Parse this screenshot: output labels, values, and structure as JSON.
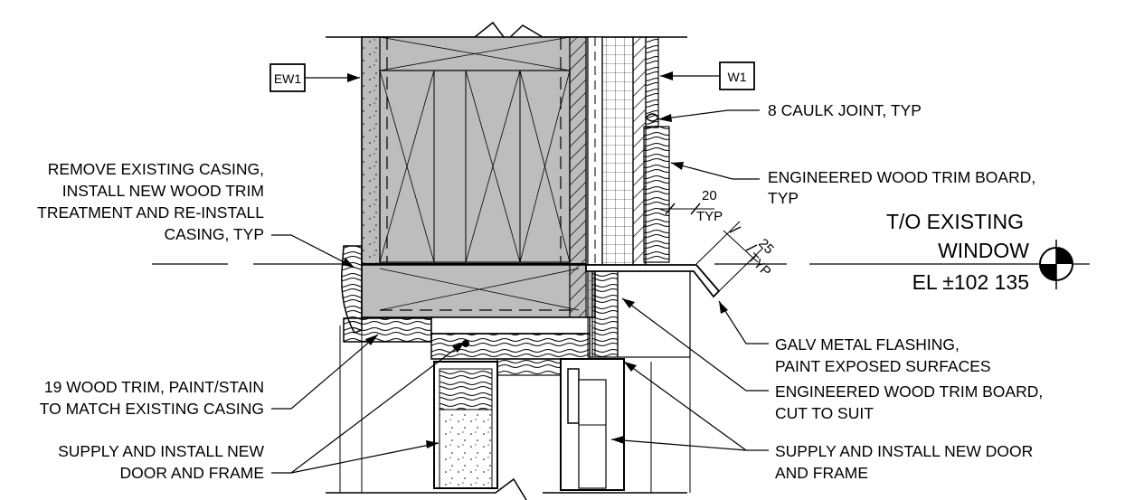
{
  "tags": {
    "ew1": "EW1",
    "w1": "W1"
  },
  "labels": {
    "caulk": "8 CAULK JOINT, TYP",
    "trim_top": [
      "ENGINEERED WOOD TRIM BOARD,",
      "TYP"
    ],
    "dim_20": [
      "20",
      "TYP"
    ],
    "dim_25": [
      "25",
      "TYP"
    ],
    "remove_casing": [
      "REMOVE EXISTING CASING,",
      "INSTALL NEW WOOD TRIM",
      "TREATMENT AND RE-INSTALL",
      "CASING, TYP"
    ],
    "wood_trim": [
      "19 WOOD TRIM, PAINT/STAIN",
      "TO MATCH EXISTING CASING"
    ],
    "door_left": [
      "SUPPLY AND INSTALL NEW",
      "DOOR AND FRAME"
    ],
    "flashing": [
      "GALV METAL FLASHING,",
      "PAINT EXPOSED SURFACES"
    ],
    "trim_cut": [
      "ENGINEERED WOOD TRIM BOARD,",
      "CUT TO SUIT"
    ],
    "door_right": [
      "SUPPLY AND INSTALL NEW DOOR",
      "AND FRAME"
    ]
  },
  "elevation": {
    "line1": "T/O EXISTING",
    "line2": "WINDOW",
    "line3": "EL ±102 135"
  },
  "colors": {
    "ink": "#000000",
    "wall_fill": "#bdbdbd",
    "paper": "#ffffff"
  }
}
